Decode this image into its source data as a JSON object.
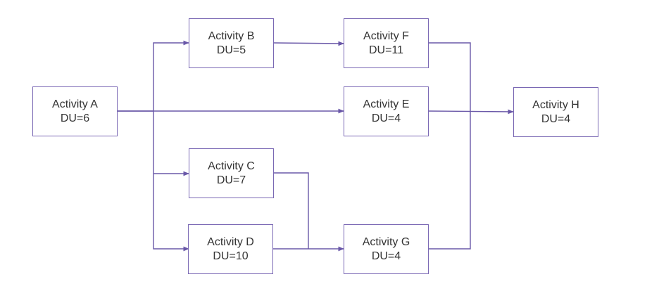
{
  "diagram": {
    "line_color": "#6a58a8",
    "border_color": "#7a68b4",
    "text_color": "#333333",
    "nodes": [
      {
        "id": "A",
        "name": "Activity A",
        "du": "DU=6"
      },
      {
        "id": "B",
        "name": "Activity B",
        "du": "DU=5"
      },
      {
        "id": "C",
        "name": "Activity C",
        "du": "DU=7"
      },
      {
        "id": "D",
        "name": "Activity D",
        "du": "DU=10"
      },
      {
        "id": "E",
        "name": "Activity E",
        "du": "DU=4"
      },
      {
        "id": "F",
        "name": "Activity F",
        "du": "DU=11"
      },
      {
        "id": "G",
        "name": "Activity G",
        "du": "DU=4"
      },
      {
        "id": "H",
        "name": "Activity H",
        "du": "DU=4"
      }
    ],
    "edges": [
      {
        "from": "A",
        "to": "B"
      },
      {
        "from": "A",
        "to": "E"
      },
      {
        "from": "A",
        "to": "C"
      },
      {
        "from": "A",
        "to": "D"
      },
      {
        "from": "B",
        "to": "F"
      },
      {
        "from": "C",
        "to": "G"
      },
      {
        "from": "D",
        "to": "G"
      },
      {
        "from": "F",
        "to": "H"
      },
      {
        "from": "E",
        "to": "H"
      },
      {
        "from": "G",
        "to": "H"
      }
    ]
  }
}
